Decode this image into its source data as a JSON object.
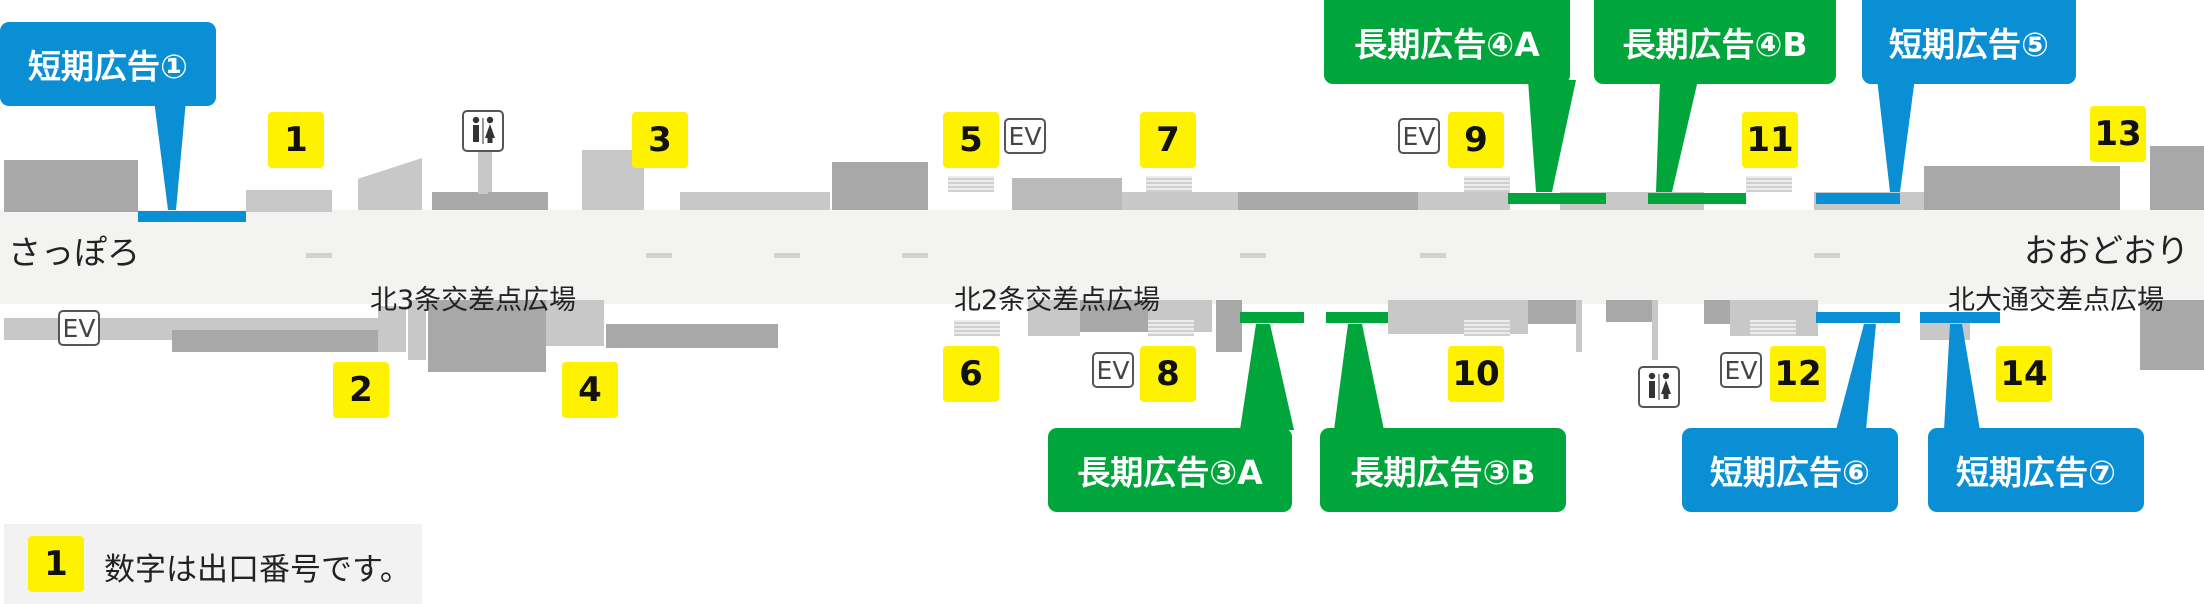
{
  "stations": {
    "left": "さっぽろ",
    "right": "おおどおり"
  },
  "plazas": {
    "kita3": "北3条交差点広場",
    "kita2": "北2条交差点広場",
    "kitaodori": "北大通交差点広場"
  },
  "exits": [
    "1",
    "2",
    "3",
    "4",
    "5",
    "6",
    "7",
    "8",
    "9",
    "10",
    "11",
    "12",
    "13",
    "14"
  ],
  "ev_label": "EV",
  "ads": {
    "short1": "短期広告①",
    "long4a": "長期広告④A",
    "long4b": "長期広告④B",
    "short5": "短期広告⑤",
    "long3a": "長期広告③A",
    "long3b": "長期広告③B",
    "short6": "短期広告⑥",
    "short7": "短期広告⑦"
  },
  "legend": {
    "sample": "1",
    "text": "数字は出口番号です。"
  },
  "colors": {
    "long_ad": "#00a63c",
    "short_ad": "#0b8fd4",
    "exit": "#fff200"
  },
  "icons": [
    "restroom-icon",
    "elevator-icon"
  ]
}
